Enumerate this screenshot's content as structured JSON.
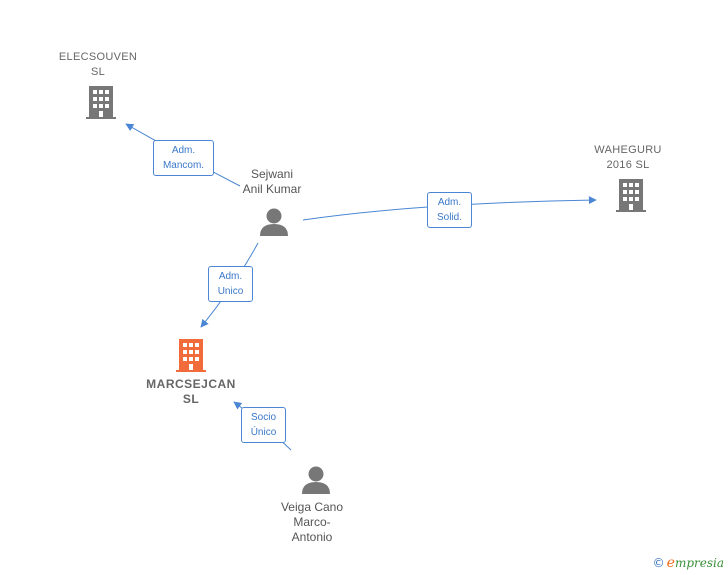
{
  "nodes": {
    "elecsouven": {
      "label": "ELECSOUVEN\nSL",
      "type": "company"
    },
    "waheguru": {
      "label": "WAHEGURU\n2016  SL",
      "type": "company"
    },
    "sejwani": {
      "label": "Sejwani\nAnil Kumar",
      "type": "person"
    },
    "marcsejcan": {
      "label": "MARCSEJCAN\nSL",
      "type": "company-main"
    },
    "veiga": {
      "label": "Veiga Cano\nMarco-\nAntonio",
      "type": "person"
    }
  },
  "edges": {
    "adm_mancom": "Adm.\nMancom.",
    "adm_solid": "Adm.\nSolid.",
    "adm_unico": "Adm.\nUnico",
    "socio_unico": "Socio\nÚnico"
  },
  "colors": {
    "edge": "#4a86d4",
    "company_icon": "#777777",
    "main_icon": "#f26b3a",
    "person_icon": "#777777"
  },
  "footer": {
    "copyright": "©",
    "brand_initial": "e",
    "brand_rest": "mpresia"
  }
}
